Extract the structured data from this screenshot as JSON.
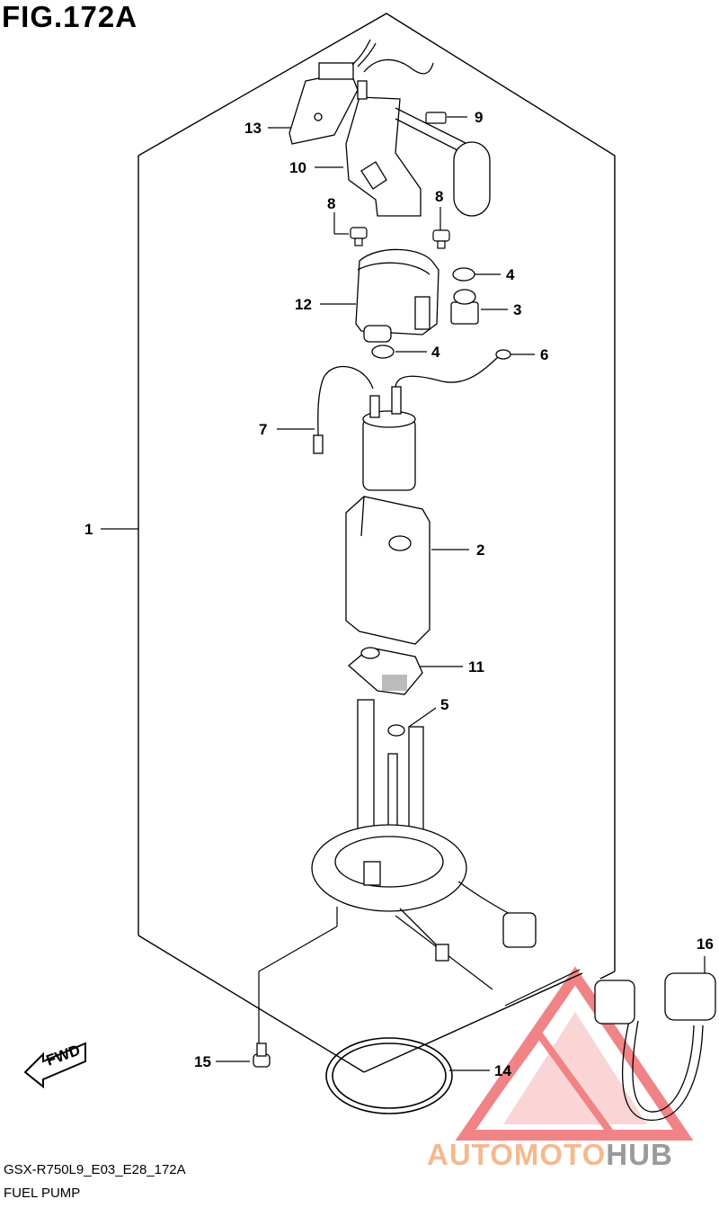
{
  "figure": {
    "title": "FIG.172A"
  },
  "callouts": [
    "13",
    "9",
    "10",
    "8",
    "8",
    "4",
    "3",
    "12",
    "4",
    "6",
    "7",
    "1",
    "2",
    "11",
    "5",
    "16",
    "15",
    "14"
  ],
  "fwd_label": "FWD",
  "footer": {
    "model_code": "GSX-R750L9_E03_E28_172A",
    "caption": "FUEL PUMP"
  },
  "watermark": {
    "part1": "AUTOMOTO",
    "part2": "HUB",
    "colors": {
      "primary": "#f5b98f",
      "secondary": "#9a9a9a",
      "triangle": "#e5484d"
    }
  }
}
